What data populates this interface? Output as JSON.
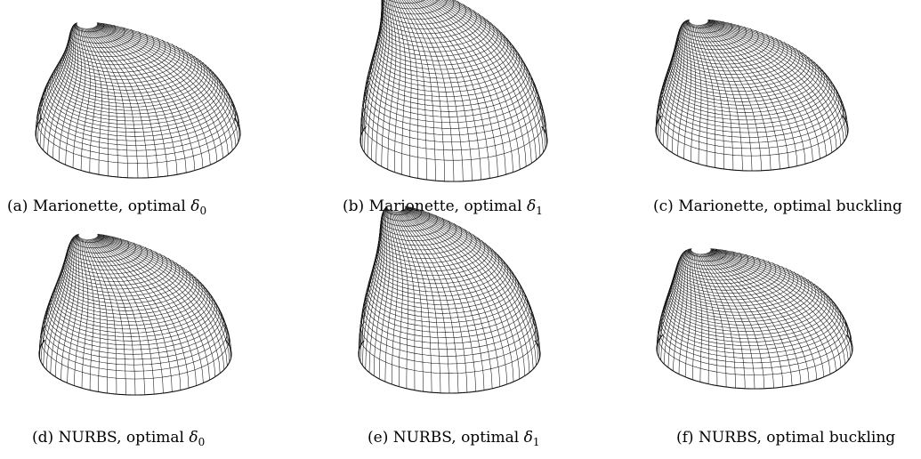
{
  "figure": {
    "panels": [
      {
        "id": "a",
        "label": "(a)",
        "text": "Marionette, optimal",
        "symbol": "δ",
        "subscript": "0"
      },
      {
        "id": "b",
        "label": "(b)",
        "text": "Marionette, optimal",
        "symbol": "δ",
        "subscript": "1"
      },
      {
        "id": "c",
        "label": "(c)",
        "text": "Marionette, optimal buckling",
        "symbol": "",
        "subscript": ""
      },
      {
        "id": "d",
        "label": "(d)",
        "text": "NURBS, optimal",
        "symbol": "δ",
        "subscript": "0"
      },
      {
        "id": "e",
        "label": "(e)",
        "text": "NURBS, optimal",
        "symbol": "δ",
        "subscript": "1"
      },
      {
        "id": "f",
        "label": "(f)",
        "text": "NURBS, optimal buckling",
        "symbol": "",
        "subscript": ""
      }
    ],
    "colors": {
      "mesh_line": "#111111",
      "background": "#ffffff"
    }
  }
}
